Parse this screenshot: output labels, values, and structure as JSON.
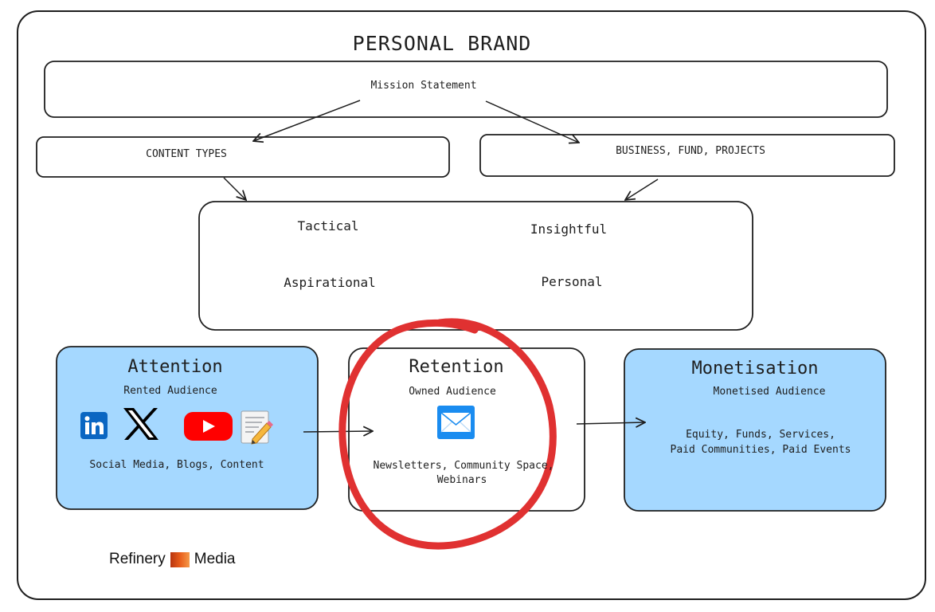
{
  "title": "PERSONAL BRAND",
  "mission": "Mission Statement",
  "content_types": "CONTENT TYPES",
  "business": "BUSINESS, FUND, PROJECTS",
  "types": {
    "tactical": "Tactical",
    "insightful": "Insightful",
    "aspirational": "Aspirational",
    "personal": "Personal"
  },
  "attention": {
    "title": "Attention",
    "subtitle": "Rented Audience",
    "body": "Social Media, Blogs, Content",
    "icons": [
      "linkedin-icon",
      "x-icon",
      "youtube-icon",
      "memo-icon"
    ]
  },
  "retention": {
    "title": "Retention",
    "subtitle": "Owned Audience",
    "body_line1": "Newsletters, Community Space,",
    "body_line2": "Webinars",
    "icons": [
      "mail-icon"
    ]
  },
  "monetisation": {
    "title": "Monetisation",
    "subtitle": "Monetised Audience",
    "body_line1": "Equity, Funds, Services,",
    "body_line2": "Paid Communities, Paid Events"
  },
  "footer": {
    "brand_left": "Refinery",
    "brand_right": "Media",
    "logo_color": "#e85d1b"
  },
  "colors": {
    "blue_fill": "#a5d8ff",
    "highlight": "#e03131",
    "stroke": "#1e1e1e"
  }
}
